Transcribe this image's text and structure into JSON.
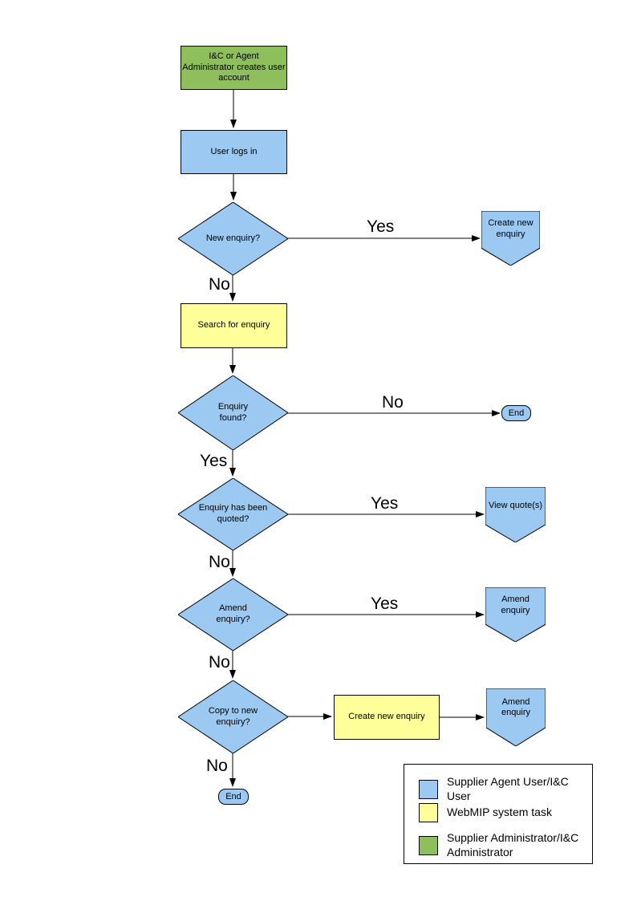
{
  "colors": {
    "supplier_agent_user": "#9CC9F2",
    "webmip_system_task": "#FFFF99",
    "supplier_administrator": "#8FBE5C"
  },
  "nodes": {
    "admin_creates_account": "I&C or Agent Administrator creates user account",
    "user_logs_in": "User logs in",
    "new_enquiry": "New enquiry?",
    "create_new_enquiry": "Create new enquiry",
    "search_for_enquiry": "Search for enquiry",
    "enquiry_found": "Enquiry found?",
    "end_right": "End",
    "enquiry_quoted": "Enquiry has been quoted?",
    "view_quotes": "View quote(s)",
    "amend_enquiry_decision": "Amend enquiry?",
    "amend_enquiry": "Amend enquiry",
    "copy_to_new_enquiry": "Copy to new enquiry?",
    "create_new_enquiry_task": "Create new enquiry",
    "amend_enquiry_2": "Amend enquiry",
    "end_bottom": "End"
  },
  "edge_labels": {
    "new_enquiry_yes": "Yes",
    "new_enquiry_no": "No",
    "enquiry_found_no": "No",
    "enquiry_found_yes": "Yes",
    "enquiry_quoted_yes": "Yes",
    "enquiry_quoted_no": "No",
    "amend_enquiry_yes": "Yes",
    "amend_enquiry_no": "No",
    "copy_to_new_no": "No"
  },
  "legend": {
    "items": [
      {
        "label": "Supplier Agent User/I&C User",
        "color": "#9CC9F2"
      },
      {
        "label": "WebMIP system task",
        "color": "#FFFF99"
      },
      {
        "label": "Supplier Administrator/I&C Administrator",
        "color": "#8FBE5C"
      }
    ]
  }
}
